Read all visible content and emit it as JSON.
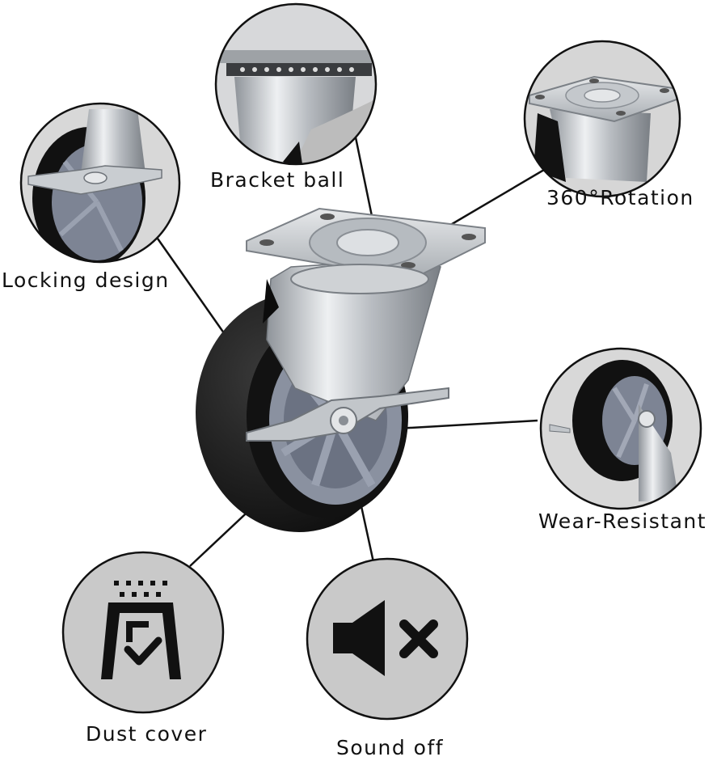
{
  "features": {
    "bracket_ball": "Bracket ball",
    "rotation": "360°Rotation",
    "locking": "Locking design",
    "wear": "Wear-Resistant",
    "dust": "Dust cover",
    "sound": "Sound off"
  },
  "icons": {
    "dust": "dust-cover-icon",
    "sound": "speaker-mute-icon"
  },
  "colors": {
    "circle_fill": "#c9c9c9",
    "circle_stroke": "#111111",
    "wheel_black": "#141414",
    "hub_gray": "#7d8494",
    "steel": "#c4c8cc"
  }
}
